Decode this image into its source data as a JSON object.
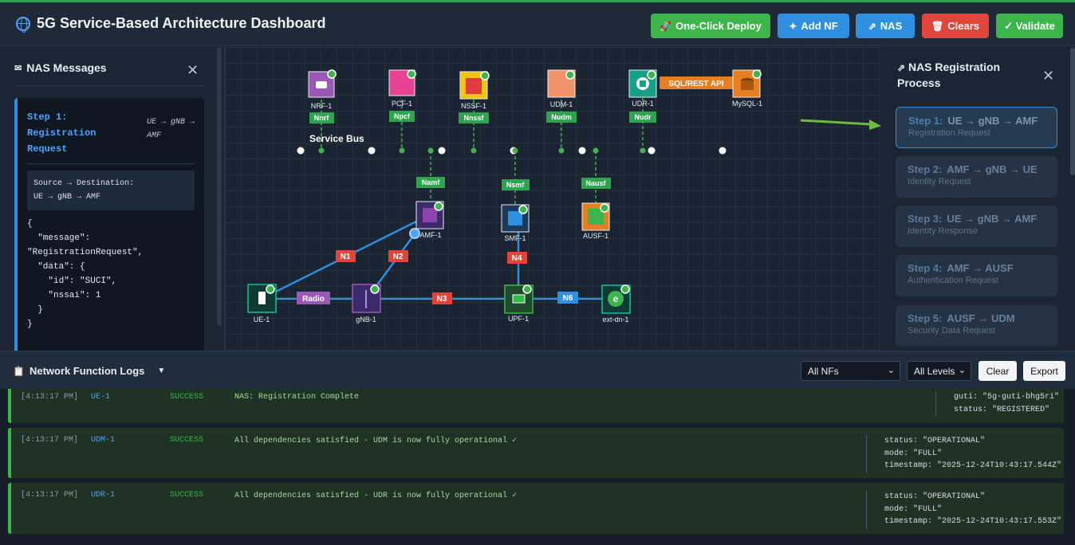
{
  "header": {
    "title": "5G Service-Based Architecture Dashboard",
    "buttons": {
      "deploy": "One-Click Deploy",
      "add_nf": "Add NF",
      "nas": "NAS",
      "clears": "Clears",
      "validate": "✓ Validate"
    }
  },
  "nas_panel": {
    "title": "NAS Messages",
    "step_title": "Step 1: Registration Request",
    "step_route": "UE → gNB → AMF",
    "src_dst_label": "Source → Destination:",
    "src_dst_value": "UE → gNB → AMF",
    "json_text": "{\n  \"message\":\n\"RegistrationRequest\",\n  \"data\": {\n    \"id\": \"SUCI\",\n    \"nssai\": 1\n  }\n}"
  },
  "topology": {
    "service_bus_label": "Service Bus",
    "sql_label": "SQL/REST API",
    "nodes": [
      {
        "id": "NRF-1",
        "color": "#9b59b6"
      },
      {
        "id": "PCF-1",
        "color": "#e84393"
      },
      {
        "id": "NSSF-1",
        "color": "#e03c3c"
      },
      {
        "id": "UDM-1",
        "color": "#f0936b"
      },
      {
        "id": "UDR-1",
        "color": "#1abc9c"
      },
      {
        "id": "MySQL-1",
        "color": "#e67e22"
      },
      {
        "id": "AMF-1",
        "color": "#8e44ad"
      },
      {
        "id": "SMF-1",
        "color": "#2f8fe0"
      },
      {
        "id": "AUSF-1",
        "color": "#3cb54a"
      },
      {
        "id": "UE-1",
        "color": "#1abc9c"
      },
      {
        "id": "gNB-1",
        "color": "#8e44ad"
      },
      {
        "id": "UPF-1",
        "color": "#3cb54a"
      },
      {
        "id": "ext-dn-1",
        "color": "#1abc9c"
      }
    ],
    "sbi_labels": [
      "Nnrf",
      "Npcf",
      "Nnssf",
      "Nudm",
      "Nudr",
      "Namf",
      "Nsmf",
      "Nausf"
    ],
    "interface_labels": [
      "N1",
      "N2",
      "N3",
      "N4",
      "N6",
      "Radio"
    ]
  },
  "reg_panel": {
    "title": "NAS Registration Process",
    "steps": [
      {
        "label": "Step 1:",
        "route": "UE → gNB → AMF",
        "desc": "Registration Request"
      },
      {
        "label": "Step 2:",
        "route": "AMF → gNB → UE",
        "desc": "Identity Request"
      },
      {
        "label": "Step 3:",
        "route": "UE → gNB → AMF",
        "desc": "Identity Response"
      },
      {
        "label": "Step 4:",
        "route": "AMF → AUSF",
        "desc": "Authentication Request"
      },
      {
        "label": "Step 5:",
        "route": "AUSF → UDM",
        "desc": "Security Data Request"
      }
    ]
  },
  "logs": {
    "title": "Network Function Logs",
    "filter_nf": "All NFs",
    "filter_level": "All Levels",
    "clear": "Clear",
    "export": "Export",
    "entries": [
      {
        "time": "[4:13:17 PM]",
        "nf": "UE-1",
        "level": "SUCCESS",
        "msg": "NAS: Registration Complete",
        "detail": "guti: \"5g-guti-bhg5ri\"\nstatus: \"REGISTERED\""
      },
      {
        "time": "[4:13:17 PM]",
        "nf": "UDM-1",
        "level": "SUCCESS",
        "msg": "All dependencies satisfied - UDM is now fully operational ✓",
        "detail": "status: \"OPERATIONAL\"\nmode: \"FULL\"\ntimestamp: \"2025-12-24T10:43:17.544Z\""
      },
      {
        "time": "[4:13:17 PM]",
        "nf": "UDR-1",
        "level": "SUCCESS",
        "msg": "All dependencies satisfied - UDR is now fully operational ✓",
        "detail": "status: \"OPERATIONAL\"\nmode: \"FULL\"\ntimestamp: \"2025-12-24T10:43:17.553Z\""
      }
    ]
  }
}
